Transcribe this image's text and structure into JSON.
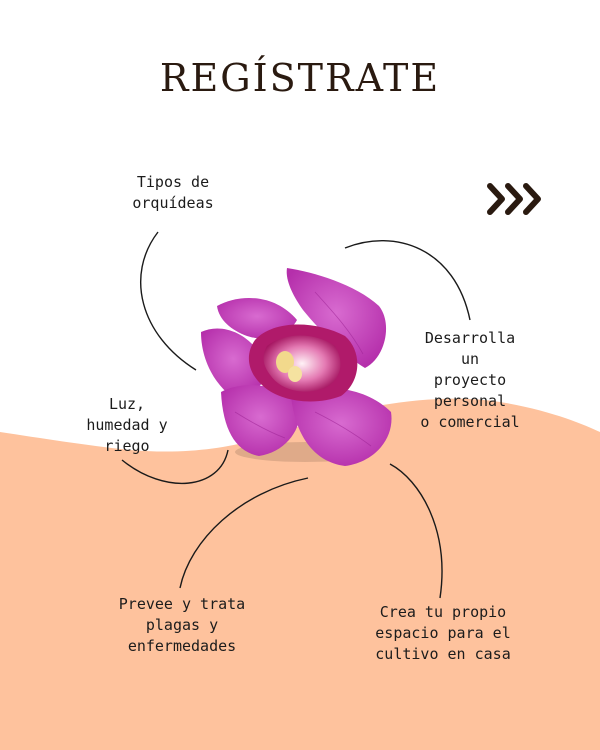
{
  "title": "REGÍSTRATE",
  "colors": {
    "background": "#ffffff",
    "wave": "#fec29d",
    "title": "#2a1a10",
    "text": "#1c1c1c",
    "petal": "#c53fb8",
    "petal_light": "#d86bd0",
    "lip": "#b01a6a"
  },
  "icons": {
    "next": "triple-chevron-right-icon",
    "flower": "orchid-flower-image"
  },
  "labels": {
    "tipos": [
      "Tipos de",
      "orquídeas"
    ],
    "desarrolla": [
      "Desarrolla",
      "un",
      "proyecto",
      "personal",
      "o comercial"
    ],
    "luz": [
      "Luz,",
      "humedad y",
      "riego"
    ],
    "prevee": [
      "Prevee y trata",
      "plagas y",
      "enfermedades"
    ],
    "crea": [
      "Crea tu propio",
      "espacio para el",
      "cultivo en casa"
    ]
  }
}
